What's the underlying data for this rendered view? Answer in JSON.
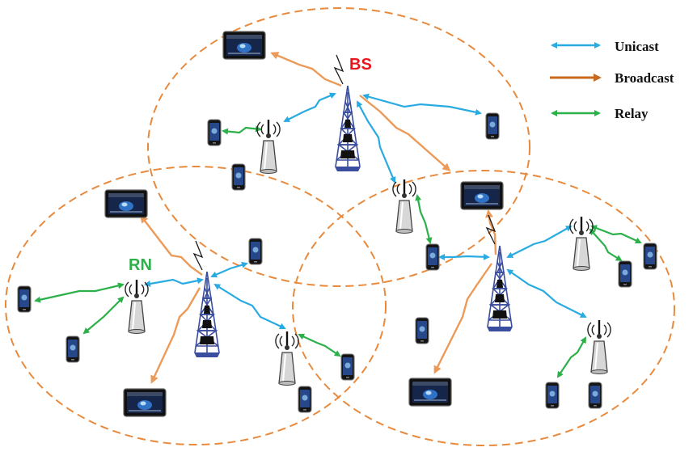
{
  "labels": {
    "bs": "BS",
    "rn": "RN"
  },
  "legend": [
    {
      "text": "Unicast",
      "kind": "double-arrow",
      "color": "#29abe2"
    },
    {
      "text": "Broadcast",
      "kind": "single-arrow",
      "color": "#e07b2a"
    },
    {
      "text": "Relay",
      "kind": "double-arrow",
      "color": "#2bb04a"
    }
  ],
  "colors": {
    "unicast": "#29abe2",
    "broadcast": "#ec9a58",
    "relay": "#2bb04a",
    "cell": "#e88a3e",
    "bs_label": "#e8151b",
    "rn_label": "#2bb04a",
    "tower": "#3a4d9e"
  },
  "icons": [
    "base-station-tower-icon",
    "relay-antenna-icon",
    "smartphone-icon",
    "tablet-icon"
  ]
}
